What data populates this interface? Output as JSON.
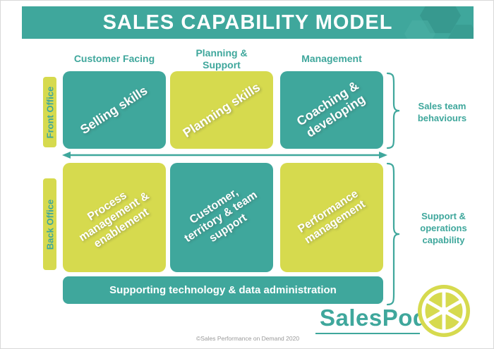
{
  "colors": {
    "teal": "#3FA79C",
    "yellow": "#D6DA4E",
    "white": "#FFFFFF",
    "copyright_gray": "#9A9A9A"
  },
  "icons": {
    "pod": "pod-wheel-icon",
    "arrow": "double-headed-arrow-icon",
    "bracket": "curly-brace-icon",
    "hexagons": "hexagon-decoration"
  },
  "title": "SALES CAPABILITY MODEL",
  "columns": [
    {
      "label": "Customer Facing"
    },
    {
      "label": "Planning &\nSupport"
    },
    {
      "label": "Management"
    }
  ],
  "row_labels": {
    "front": "Front Office",
    "back": "Back Office"
  },
  "boxes": {
    "selling": "Selling skills",
    "planning": "Planning skills",
    "coaching": "Coaching &\ndeveloping",
    "process": "Process\nmanagement &\nenablement",
    "customer": "Customer,\nterritory & team\nsupport",
    "performance": "Performance\nmanagement"
  },
  "brackets": {
    "front": "Sales team\nbehaviours",
    "back": "Support &\noperations\ncapability"
  },
  "bottom_bar": "Supporting technology & data administration",
  "logo": "SalesPod",
  "copyright": "©Sales Performance on Demand 2020"
}
